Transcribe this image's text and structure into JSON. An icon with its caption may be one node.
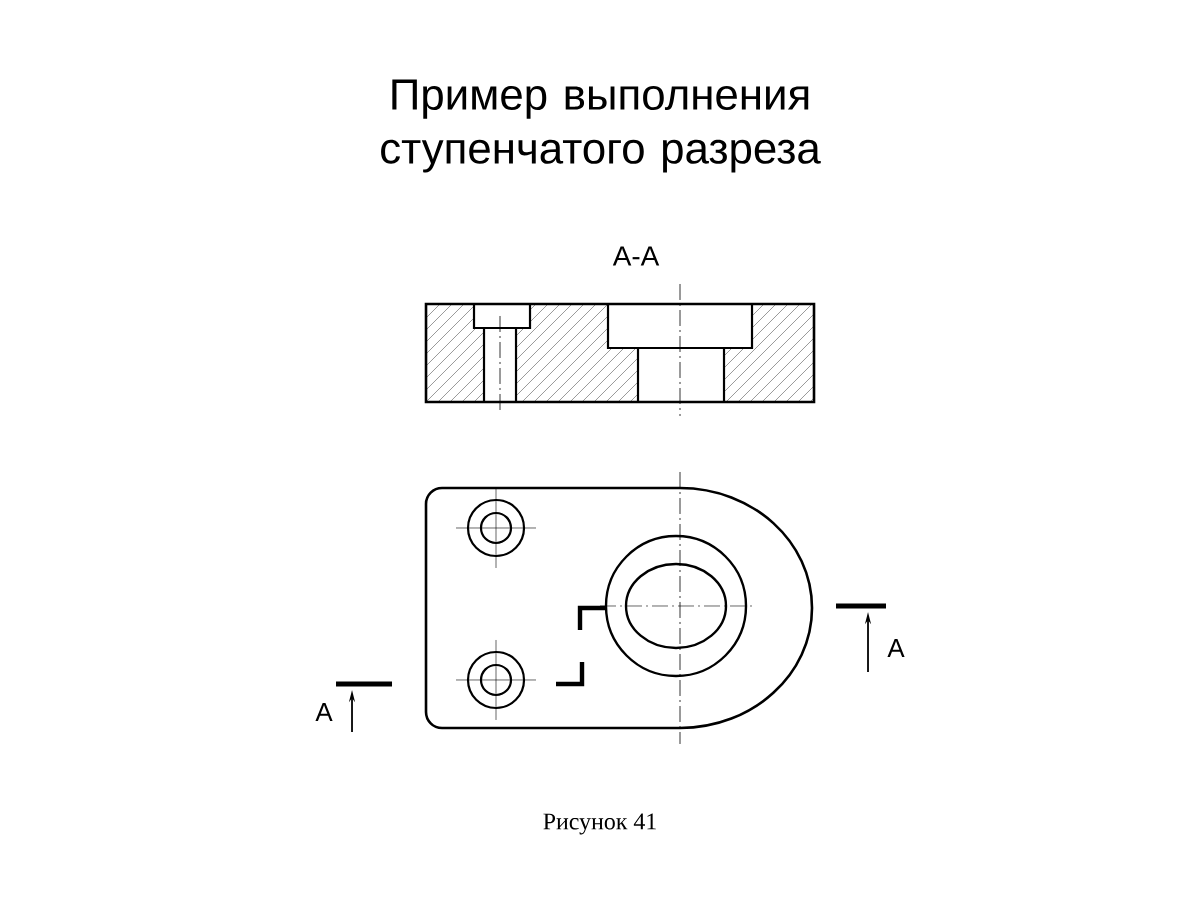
{
  "diagram": {
    "title": "Пример выполнения ступенчатого разреза",
    "caption": "Рисунок 41",
    "labels": [
      "А-А",
      "А",
      "А"
    ]
  }
}
